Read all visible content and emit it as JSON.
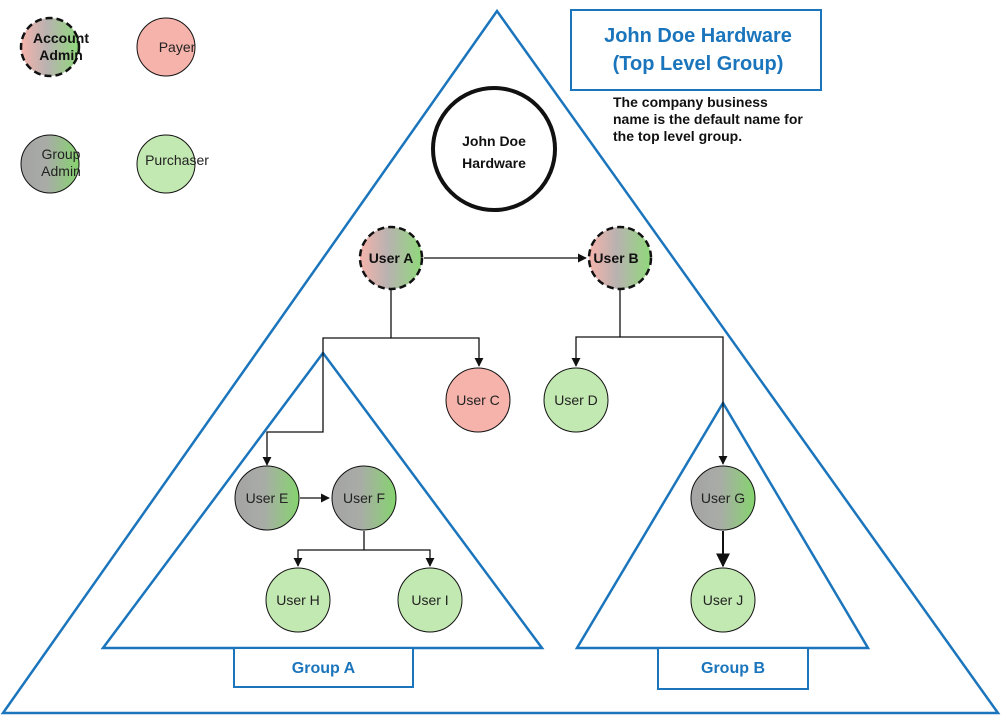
{
  "colors": {
    "outline": "#1b75bc",
    "payer": "#f6b3ab",
    "purchaser": "#c3e9b2",
    "group_admin": "#a4a4a4",
    "purchaser_mid": "#8fd97a",
    "payer_mid": "#f0a79c"
  },
  "legend": {
    "account_admin": [
      "Account",
      "Admin"
    ],
    "payer": "Payer",
    "group_admin": [
      "Group",
      "Admin"
    ],
    "purchaser": "Purchaser"
  },
  "title_box": [
    "John Doe Hardware",
    "(Top Level Group)"
  ],
  "note": [
    "The company business",
    "name is the default name for",
    "the top level group."
  ],
  "company_node": [
    "John Doe",
    "Hardware"
  ],
  "users": {
    "a": "User A",
    "b": "User B",
    "c": "User C",
    "d": "User D",
    "e": "User E",
    "f": "User F",
    "g": "User G",
    "h": "User H",
    "i": "User I",
    "j": "User J"
  },
  "groups": {
    "a": "Group A",
    "b": "Group B"
  }
}
